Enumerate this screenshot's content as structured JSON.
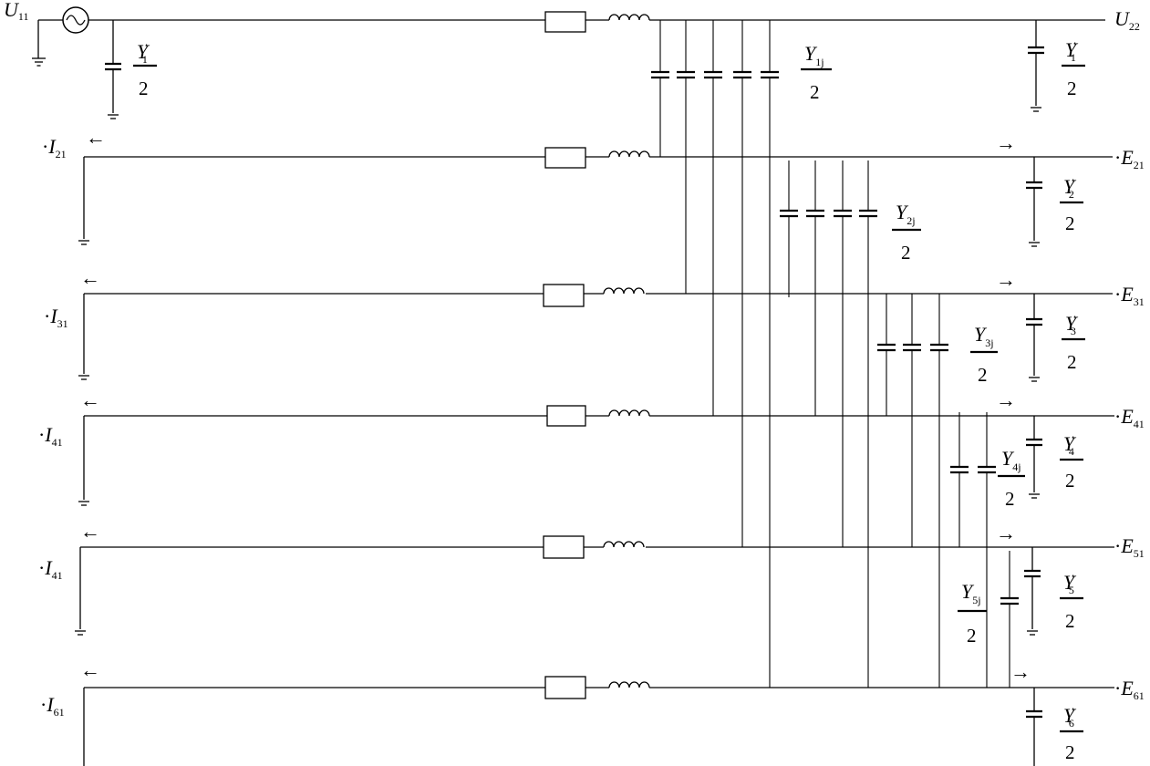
{
  "source": {
    "symbol": "U",
    "subscript": "11"
  },
  "buses": [
    {
      "label_symbol": "U",
      "label_sub": "22",
      "prefix": ""
    },
    {
      "label_symbol": "E",
      "label_sub": "21",
      "prefix": "·",
      "current_symbol": "I",
      "current_sub": "21"
    },
    {
      "label_symbol": "E",
      "label_sub": "31",
      "prefix": "·",
      "current_symbol": "I",
      "current_sub": "31"
    },
    {
      "label_symbol": "E",
      "label_sub": "41",
      "prefix": "·",
      "current_symbol": "I",
      "current_sub": "41"
    },
    {
      "label_symbol": "E",
      "label_sub": "51",
      "prefix": "·",
      "current_symbol": "I",
      "current_sub": "41"
    },
    {
      "label_symbol": "E",
      "label_sub": "61",
      "prefix": "·",
      "current_symbol": "I",
      "current_sub": "61"
    }
  ],
  "shunt_labels": [
    {
      "symbol": "Y",
      "prime": "′",
      "sub": "1",
      "den": "2"
    },
    {
      "symbol": "Y",
      "prime": "′",
      "sub": "1",
      "den": "2"
    },
    {
      "symbol": "Y",
      "prime": "′",
      "sub": "2",
      "den": "2"
    },
    {
      "symbol": "Y",
      "prime": "′",
      "sub": "3",
      "den": "2"
    },
    {
      "symbol": "Y",
      "prime": "′",
      "sub": "4",
      "den": "2"
    },
    {
      "symbol": "Y",
      "prime": "′",
      "sub": "5",
      "den": "2"
    },
    {
      "symbol": "Y",
      "prime": "′",
      "sub": "6",
      "den": "2"
    }
  ],
  "coupling_labels": [
    {
      "symbol": "Y",
      "sub": "1j",
      "den": "2"
    },
    {
      "symbol": "Y",
      "sub": "2j",
      "den": "2"
    },
    {
      "symbol": "Y",
      "sub": "3j",
      "den": "2"
    },
    {
      "symbol": "Y",
      "sub": "4j",
      "den": "2"
    },
    {
      "symbol": "Y",
      "sub": "5j",
      "den": "2"
    }
  ],
  "arrows": {
    "left": "←",
    "right": "→"
  }
}
